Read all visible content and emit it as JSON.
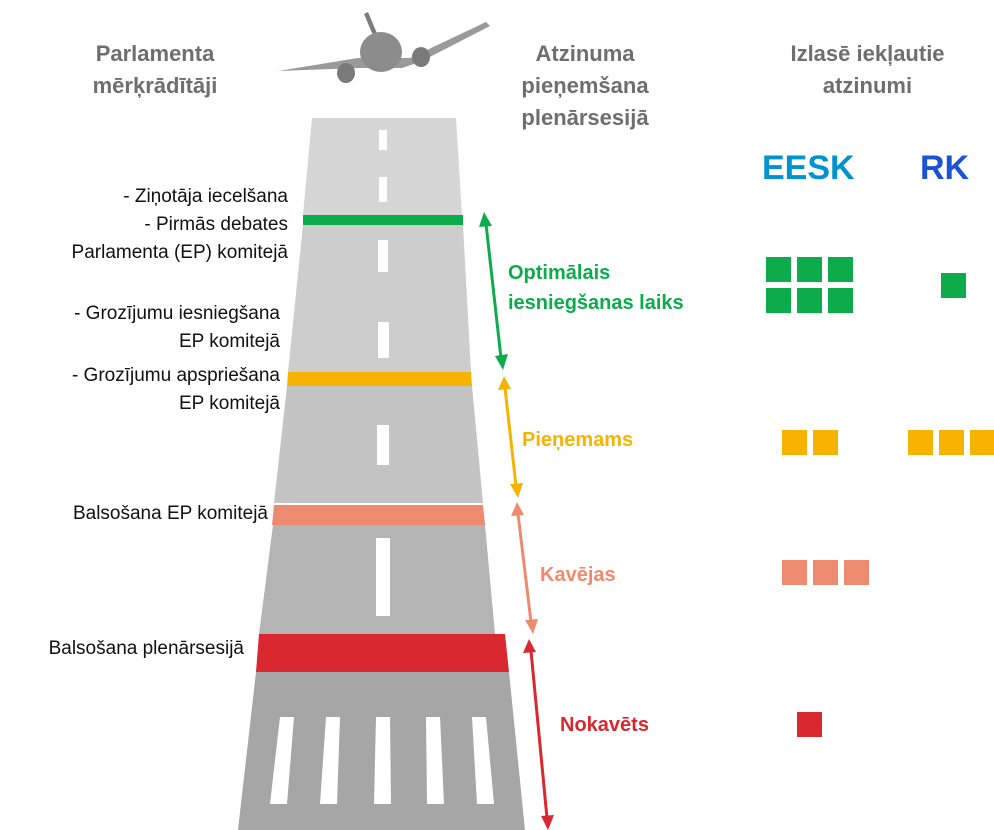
{
  "headers": {
    "col1": [
      "Parlamenta",
      "mērķrādītāji"
    ],
    "col2": [
      "Atzinuma",
      "pieņemšana",
      "plenārsesijā"
    ],
    "col3": [
      "Izlasē iekļautie",
      "atzinumi"
    ]
  },
  "organizations": {
    "eesk": {
      "label": "EESK",
      "color": "#0093d0"
    },
    "rk": {
      "label": "RK",
      "color": "#1a54d1"
    }
  },
  "milestones": [
    {
      "lines": [
        "- Ziņotāja iecelšana",
        "- Pirmās debates",
        "Parlamenta (EP) komitejā"
      ]
    },
    {
      "lines": [
        "- Grozījumu iesniegšana",
        "EP komitejā"
      ]
    },
    {
      "lines": [
        "- Grozījumu apspriešana",
        "EP komitejā"
      ]
    },
    {
      "lines": [
        "Balsošana EP komitejā"
      ]
    },
    {
      "lines": [
        "Balsošana plenārsesijā"
      ]
    }
  ],
  "zones": [
    {
      "id": "optimal",
      "lines": [
        "Optimālais",
        "iesniegšanas laiks"
      ],
      "color": "#0cac4c",
      "eesk_count": 6,
      "rk_count": 1
    },
    {
      "id": "acceptable",
      "lines": [
        "Pieņemams"
      ],
      "color": "#f6b400",
      "eesk_count": 2,
      "rk_count": 3
    },
    {
      "id": "late",
      "lines": [
        "Kavējas"
      ],
      "color": "#ee8a70",
      "eesk_count": 3,
      "rk_count": 0
    },
    {
      "id": "missed",
      "lines": [
        "Nokavēts"
      ],
      "color": "#d9282f",
      "eesk_count": 1,
      "rk_count": 0
    }
  ]
}
